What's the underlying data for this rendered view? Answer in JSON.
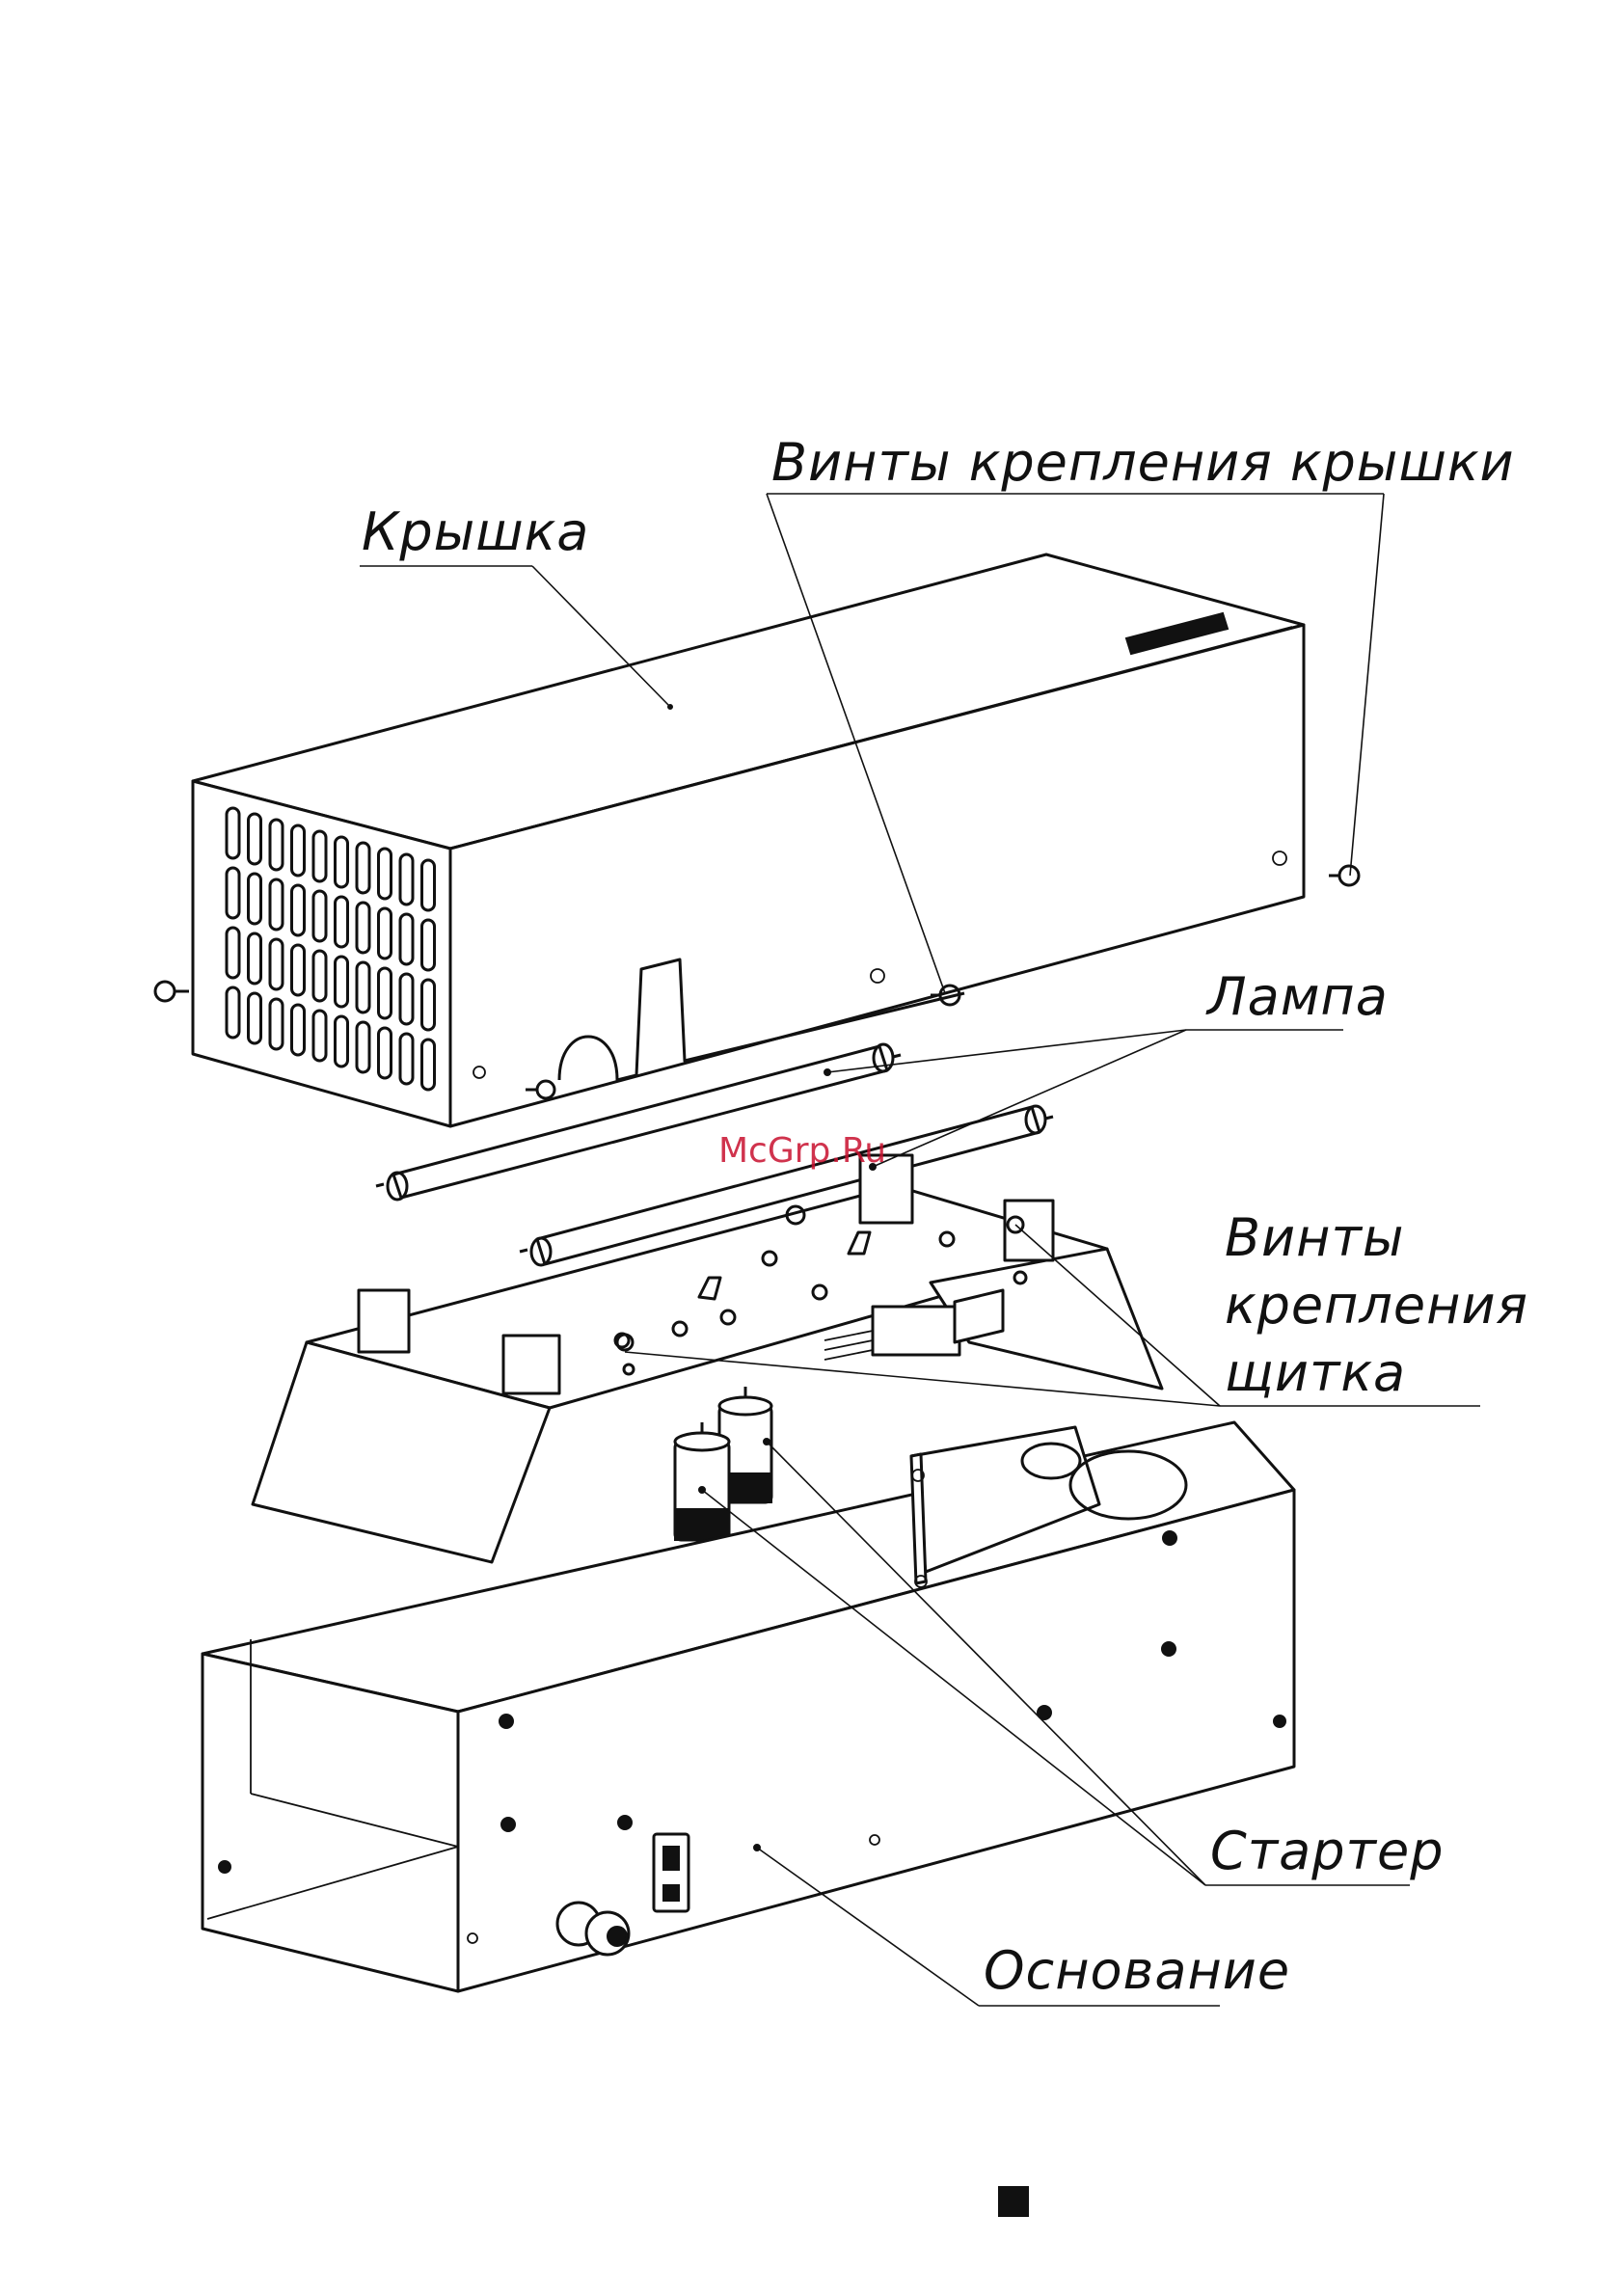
{
  "labels": {
    "cover_screws": "Винты крепления крышки",
    "cover": "Крышка",
    "lamp": "Лампа",
    "panel_screws_line1": "Винты",
    "panel_screws_line2": "крепления",
    "panel_screws_line3": "щитка",
    "starter": "Стартер",
    "base": "Основание"
  },
  "watermark": "McGrp.Ru",
  "colors": {
    "line": "#111111",
    "watermark": "#c8102e",
    "background": "#ffffff"
  }
}
